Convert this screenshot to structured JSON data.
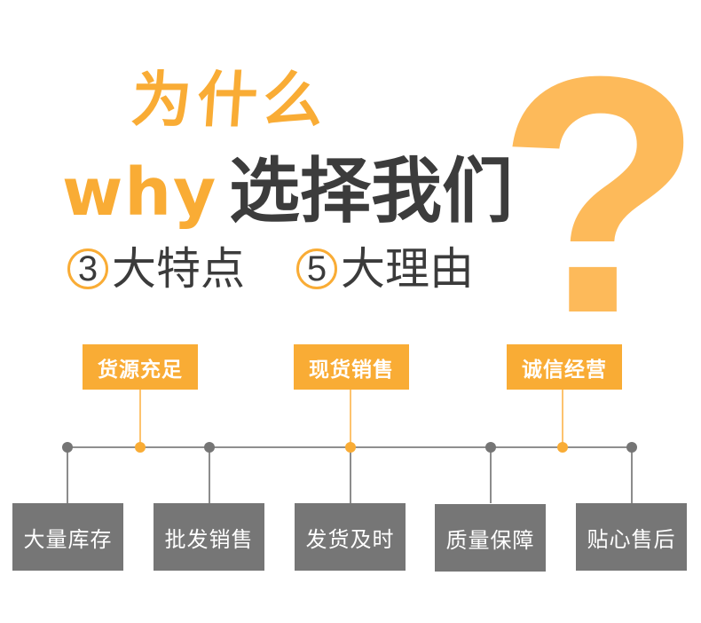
{
  "headline": {
    "line1": "为什么",
    "line2_why": "why",
    "line2_rest": "选择我们",
    "question_mark": "?"
  },
  "subtitle": {
    "features_number": "3",
    "features_label": "大特点",
    "reasons_number": "5",
    "reasons_label": "大理由"
  },
  "features": [
    {
      "label": "货源充足"
    },
    {
      "label": "现货销售"
    },
    {
      "label": "诚信经营"
    }
  ],
  "reasons": [
    {
      "label": "大量库存"
    },
    {
      "label": "批发销售"
    },
    {
      "label": "发货及时"
    },
    {
      "label": "质量保障"
    },
    {
      "label": "贴心售后"
    }
  ],
  "colors": {
    "accent_orange": "#F9AC35",
    "question_orange": "#FDBA5A",
    "dark_text": "#3C3C3C",
    "box_gray": "#767676"
  }
}
